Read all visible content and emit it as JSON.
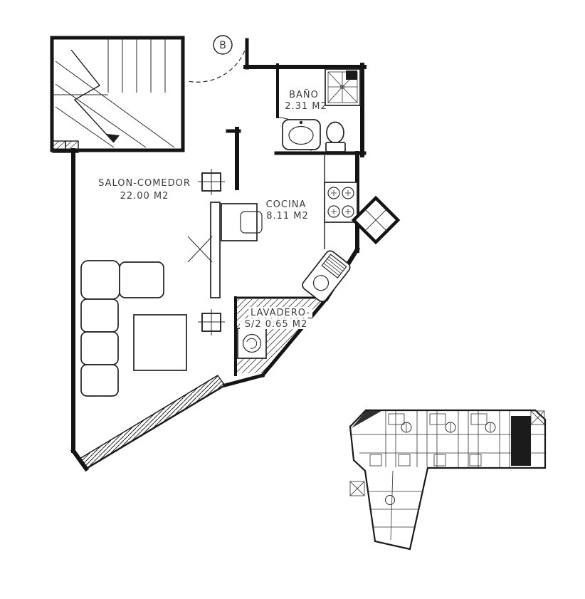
{
  "plan": {
    "section_marker": "B",
    "rooms": {
      "salon": {
        "name": "SALON-COMEDOR",
        "area": "22.00 M2"
      },
      "bano": {
        "name": "BAÑO",
        "area": "2.31 M2"
      },
      "cocina": {
        "name": "COCINA",
        "area": "8.11 M2"
      },
      "lavadero": {
        "name": "LAVADERO-",
        "area": "S/2 0.65 M2"
      }
    }
  },
  "colors": {
    "line": "#141414",
    "text": "#3d3d3d",
    "background": "#ffffff",
    "highlight_fill": "#1b1b1b"
  }
}
